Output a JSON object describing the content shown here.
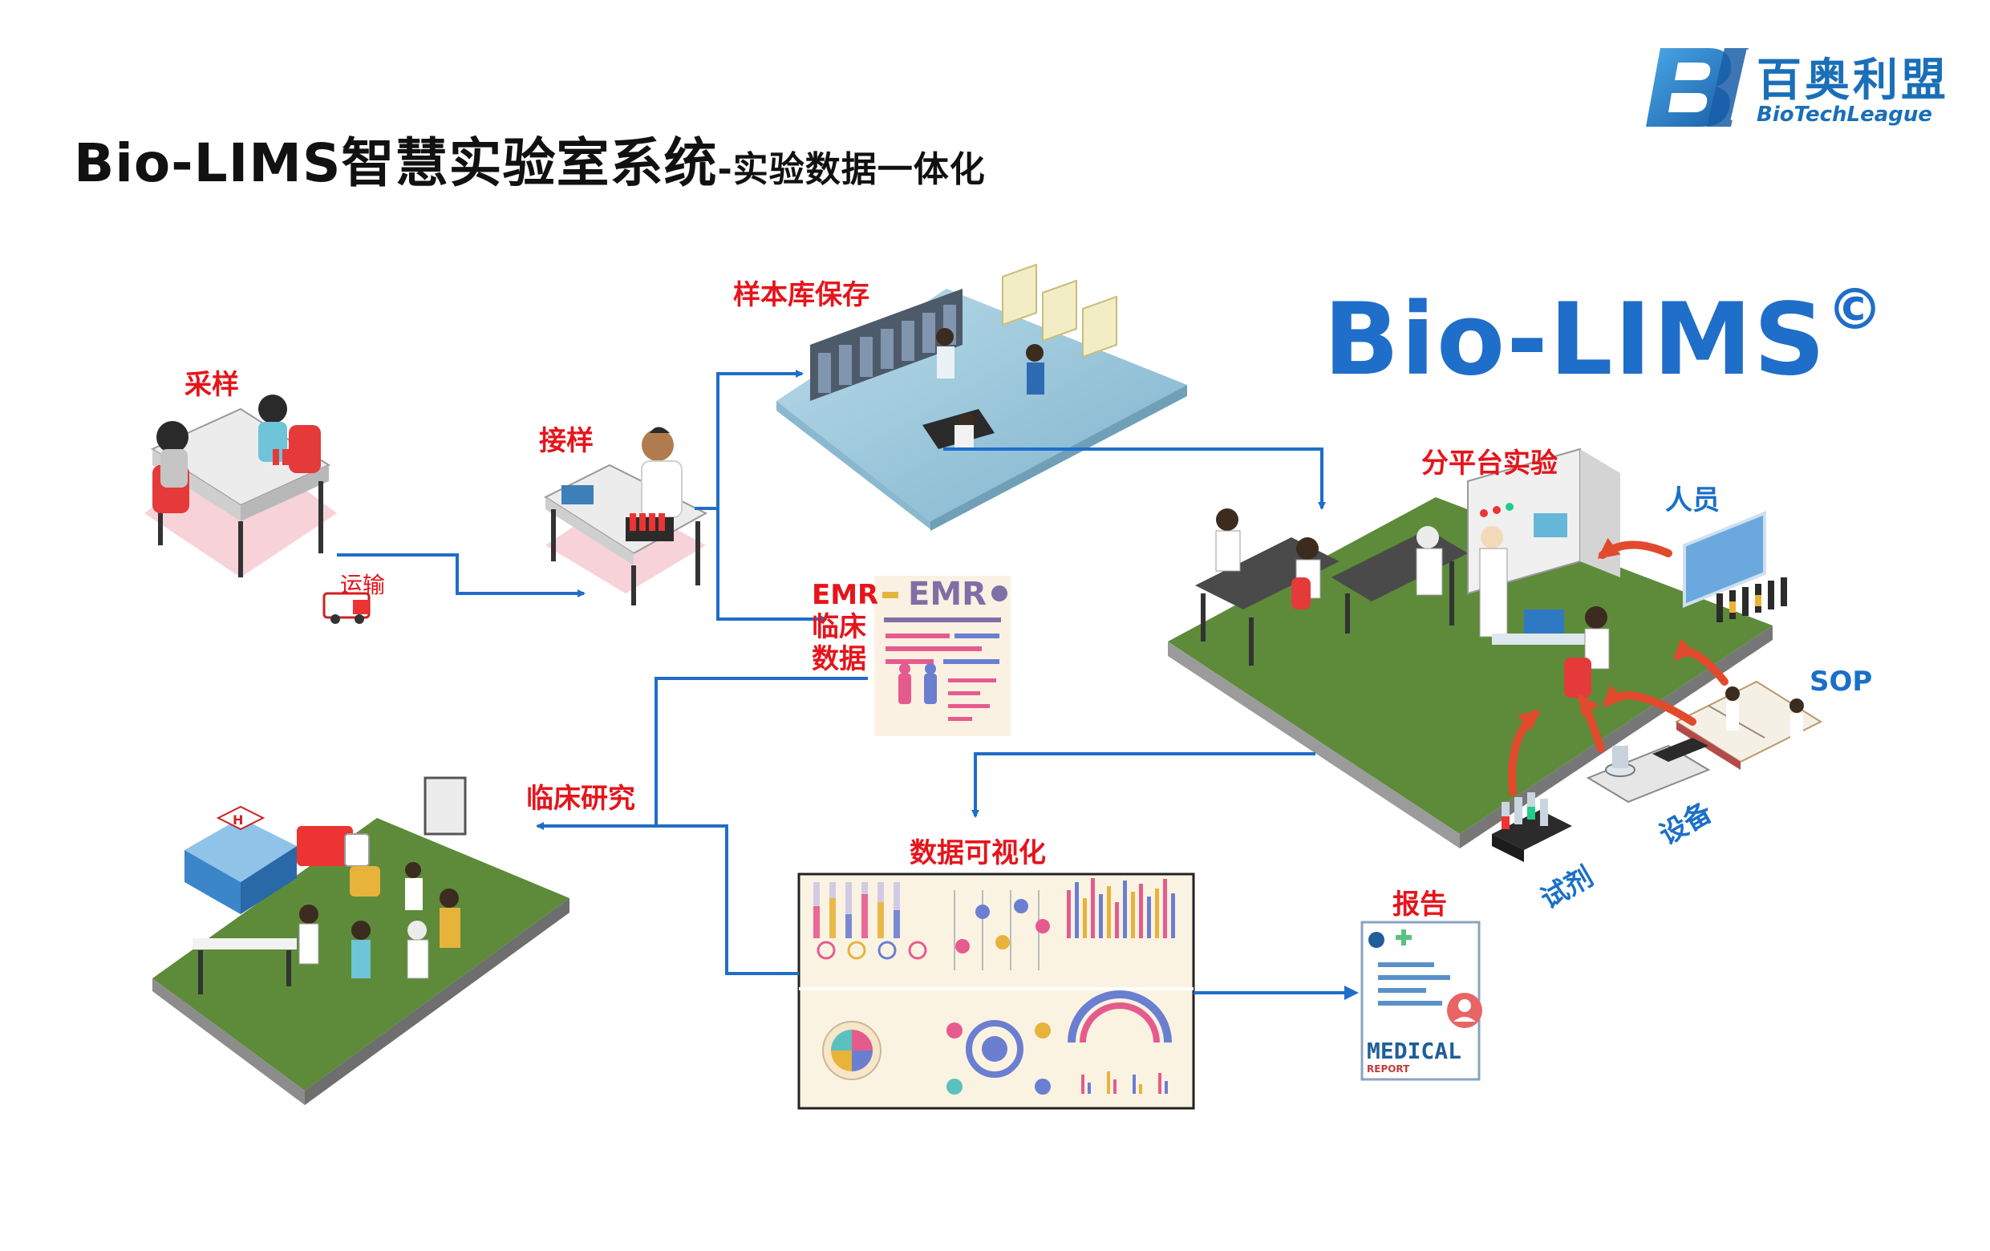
{
  "title": {
    "main": "Bio-LIMS智慧实验室系统",
    "sub": "-实验数据一体化"
  },
  "logo": {
    "name_cn": "百奥利盟",
    "name_en": "BioTechLeague"
  },
  "brand": {
    "text": "Bio-LIMS",
    "mark": "©"
  },
  "nodes": {
    "sampling": "采样",
    "transport": "运输",
    "receiving": "接样",
    "biobank": "样本库保存",
    "emr_line1": "EMR",
    "emr_line2": "临床",
    "emr_line3": "数据",
    "clinical_research": "临床研究",
    "sub_platform": "分平台实验",
    "personnel": "人员",
    "sop": "SOP",
    "equipment": "设备",
    "reagent": "试剂",
    "data_visualization": "数据可视化",
    "report": "报告"
  },
  "illustration_text": {
    "emr_doc": "EMR",
    "medical": "MEDICAL",
    "report": "REPORT"
  },
  "colors": {
    "label_red": "#e6141b",
    "label_blue": "#1a6fc9",
    "arrow_blue": "#1f6ec9",
    "arrow_red": "#e24a2d",
    "platform_green": "#5d8b3a",
    "platform_blue": "#a7cee2"
  }
}
